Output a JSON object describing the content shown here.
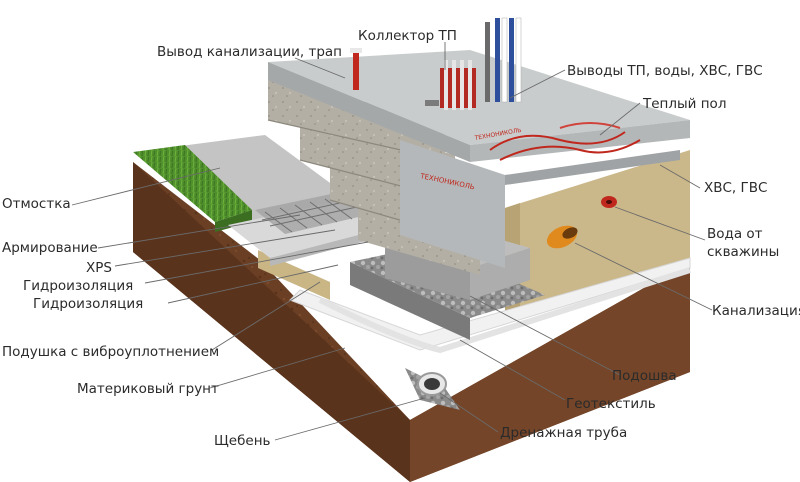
{
  "labels": {
    "sewer_outlet": "Вывод канализации, трап",
    "collector": "Коллектор ТП",
    "outlets": "Выводы ТП, воды, ХВС, ГВС",
    "warm_floor": "Теплый пол",
    "hot_cold_water": "ХВС, ГВС",
    "well_water": "Вода от\nскважины",
    "well_water_1": "Вода от",
    "well_water_2": "скважины",
    "sewerage": "Канализация",
    "sole": "Подошва",
    "geotextile": "Геотекстиль",
    "drain_pipe": "Дренажная труба",
    "blind_area": "Отмостка",
    "reinforcement": "Армирование",
    "xps": "XPS",
    "waterproofing_1": "Гидроизоляция",
    "waterproofing_2": "Гидроизоляция",
    "cushion": "Подушка с виброуплотнением",
    "native_soil": "Материковый грунт",
    "gravel": "Щебень"
  },
  "brand_text": "ТЕХНОНИКОЛЬ",
  "colors": {
    "soil": "#6b3f24",
    "soil_dark": "#4a2a17",
    "sand": "#cbb88a",
    "concrete": "#b9bcbd",
    "concrete_dark": "#8f9394",
    "grass": "#4f8f2c",
    "xps": "#d9d9d9",
    "geotextile": "#f1f1f1",
    "pipe_orange": "#e08a1e",
    "pipe_red": "#c0281d",
    "pipe_blue": "#2d4f9c",
    "leader": "#6a6a6a"
  }
}
